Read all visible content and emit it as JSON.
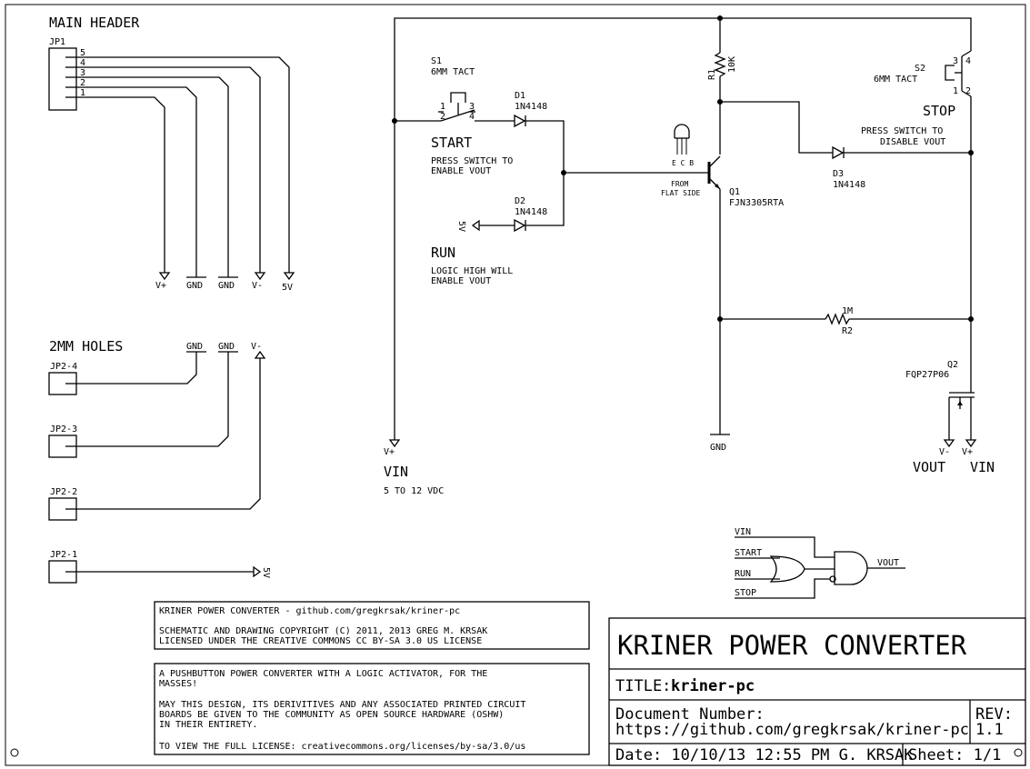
{
  "main_header": {
    "title": "MAIN HEADER",
    "ref": "JP1",
    "pins": [
      "5",
      "4",
      "3",
      "2",
      "1"
    ],
    "nets": [
      "V+",
      "GND",
      "GND",
      "V-",
      "5V"
    ]
  },
  "holes": {
    "title": "2MM HOLES",
    "refs": [
      "JP2-4",
      "JP2-3",
      "JP2-2",
      "JP2-1"
    ],
    "nets": [
      "GND",
      "GND",
      "V-"
    ],
    "net_5v": "5V"
  },
  "s1": {
    "ref": "S1",
    "value": "6MM TACT",
    "pins": [
      "1",
      "2",
      "3",
      "4"
    ],
    "label": "START",
    "note1": "PRESS SWITCH TO",
    "note2": "ENABLE VOUT"
  },
  "d1": {
    "ref": "D1",
    "value": "1N4148"
  },
  "d2": {
    "ref": "D2",
    "value": "1N4148"
  },
  "d2_net": "5V",
  "run": {
    "label": "RUN",
    "note1": "LOGIC HIGH WILL",
    "note2": "ENABLE VOUT"
  },
  "r1": {
    "ref": "R1",
    "value": "10K"
  },
  "q1": {
    "ref": "Q1",
    "value": "FJN3305RTA",
    "pins": "E C B",
    "note1": "FROM",
    "note2": "FLAT SIDE"
  },
  "s2": {
    "ref": "S2",
    "value": "6MM TACT",
    "pins": [
      "3",
      "4",
      "1",
      "2"
    ],
    "label": "STOP",
    "note1": "PRESS SWITCH TO",
    "note2": "DISABLE VOUT"
  },
  "d3": {
    "ref": "D3",
    "value": "1N4148"
  },
  "r2": {
    "ref": "R2",
    "value": "1M"
  },
  "q2": {
    "ref": "Q2",
    "value": "FQP27P06"
  },
  "gnd_label": "GND",
  "vin_in": {
    "net": "V+",
    "label": "VIN",
    "note": "5 TO 12 VDC"
  },
  "vout": {
    "net1": "V-",
    "net2": "V+",
    "label1": "VOUT",
    "label2": "VIN"
  },
  "logic": {
    "inputs": [
      "VIN",
      "START",
      "RUN",
      "STOP"
    ],
    "output": "VOUT"
  },
  "notes": {
    "box1": [
      "KRINER POWER CONVERTER - github.com/gregkrsak/kriner-pc",
      "SCHEMATIC AND DRAWING COPYRIGHT (C) 2011, 2013 GREG M. KRSAK",
      "LICENSED UNDER THE CREATIVE COMMONS CC BY-SA 3.0 US LICENSE"
    ],
    "box2": [
      "A PUSHBUTTON POWER CONVERTER WITH A LOGIC ACTIVATOR, FOR THE",
      "MASSES!",
      "MAY THIS DESIGN, ITS DERIVITIVES AND ANY ASSOCIATED PRINTED CIRCUIT",
      "BOARDS BE GIVEN TO THE COMMUNITY AS OPEN SOURCE HARDWARE (OSHW)",
      "IN THEIR ENTIRETY.",
      "TO VIEW THE FULL LICENSE: creativecommons.org/licenses/by-sa/3.0/us"
    ]
  },
  "title_block": {
    "project": "KRINER POWER CONVERTER",
    "title_label": "TITLE:",
    "title_value": "kriner-pc",
    "doc_label": "Document Number:",
    "doc_value": "https://github.com/gregkrsak/kriner-pc",
    "rev_label": "REV:",
    "rev_value": "1.1",
    "date_text": "Date: 10/10/13 12:55 PM G. KRSAK",
    "sheet_text": "Sheet: 1/1"
  }
}
